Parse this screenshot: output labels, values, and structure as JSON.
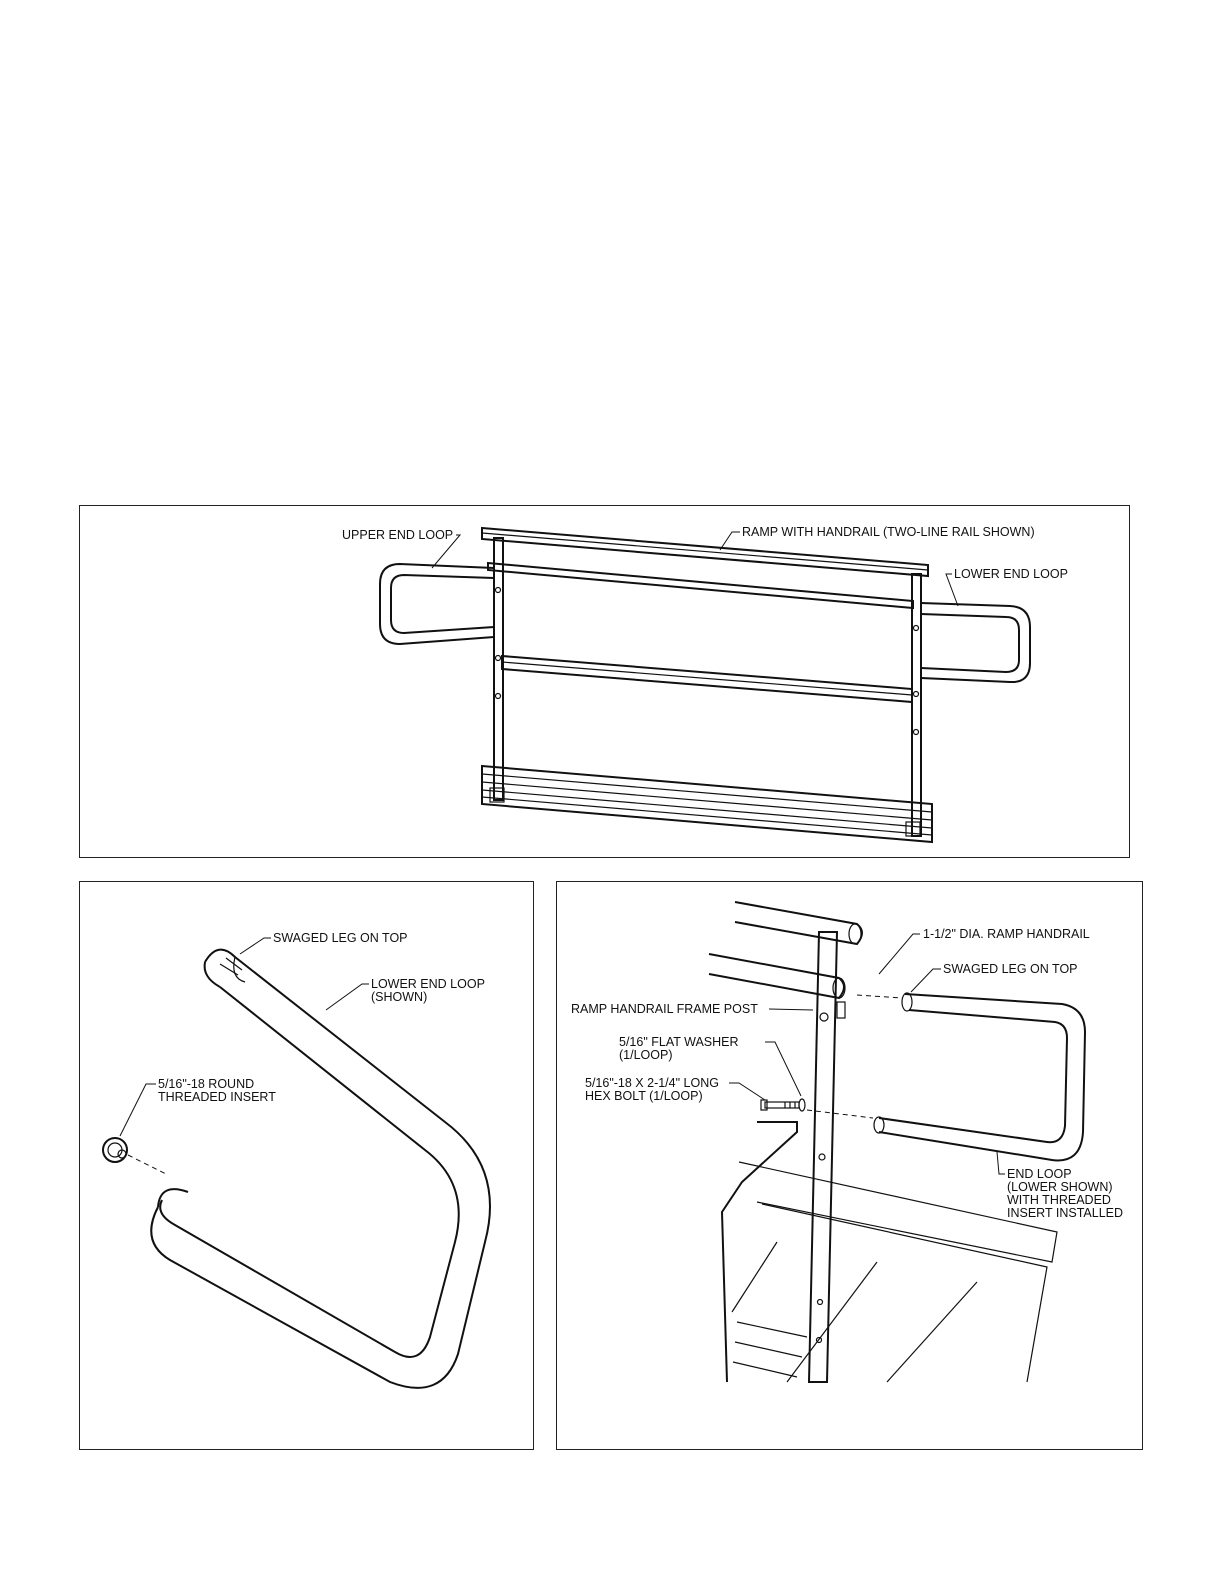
{
  "figure_top": {
    "labels": {
      "upper_end_loop": "UPPER END LOOP",
      "ramp_with_handrail": "RAMP WITH HANDRAIL (TWO-LINE RAIL SHOWN)",
      "lower_end_loop": "LOWER END LOOP"
    }
  },
  "figure_bottom_left": {
    "labels": {
      "swaged_leg": "SWAGED LEG ON TOP",
      "lower_end_loop_1": "LOWER END LOOP",
      "lower_end_loop_2": "(SHOWN)",
      "insert_1": "5/16\"-18 ROUND",
      "insert_2": "THREADED INSERT"
    }
  },
  "figure_bottom_right": {
    "labels": {
      "handrail": "1-1/2\" DIA. RAMP HANDRAIL",
      "swaged_leg": "SWAGED LEG ON TOP",
      "frame_post": "RAMP HANDRAIL FRAME POST",
      "washer_1": "5/16\" FLAT WASHER",
      "washer_2": "(1/LOOP)",
      "bolt_1": "5/16\"-18 X 2-1/4\" LONG",
      "bolt_2": "HEX BOLT (1/LOOP)",
      "end_loop_1": "END LOOP",
      "end_loop_2": "(LOWER SHOWN)",
      "end_loop_3": "WITH THREADED",
      "end_loop_4": "INSERT INSTALLED"
    }
  }
}
